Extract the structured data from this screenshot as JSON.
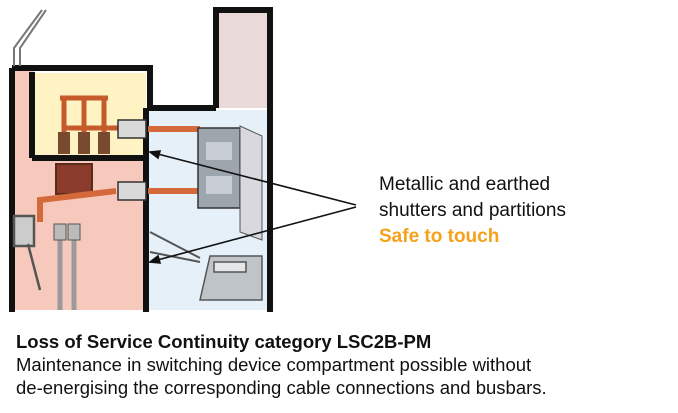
{
  "callout": {
    "line1": "Metallic and earthed",
    "line2": "shutters and partitions",
    "line3": "Safe to touch"
  },
  "caption": {
    "title": "Loss of Service Continuity category LSC2B-PM",
    "line1": "Maintenance in switching device compartment possible without",
    "line2": "de-energising the corresponding cable connections and busbars."
  },
  "colors": {
    "busbar_compartment": "#fff3c4",
    "cable_compartment": "#f7c9bd",
    "breaker_compartment": "#e6f0f8",
    "lv_compartment": "#ead9d9",
    "copper": "#d46a3a",
    "accent": "#f5a21a"
  }
}
